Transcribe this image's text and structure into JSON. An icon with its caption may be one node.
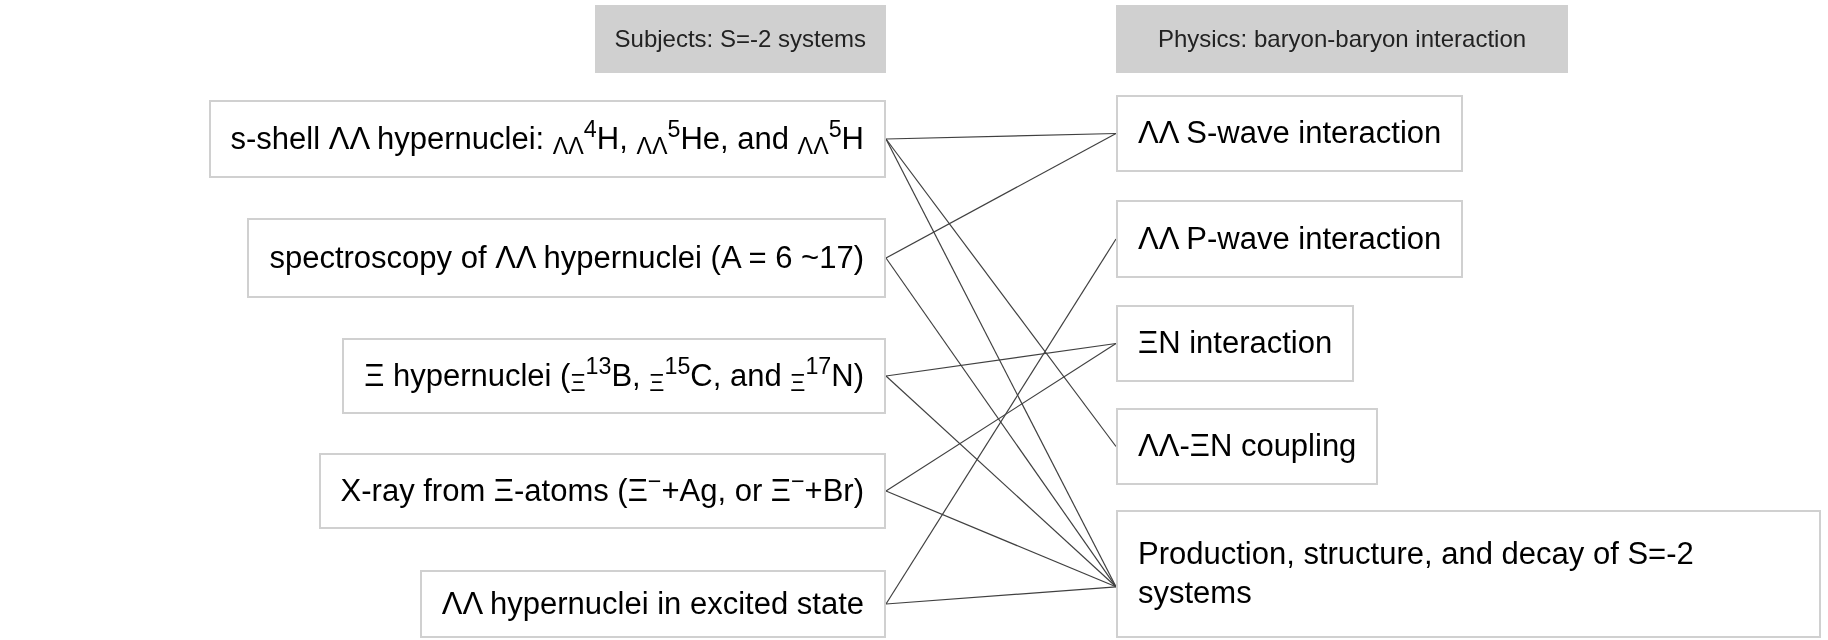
{
  "diagram": {
    "nodes": [
      {
        "text": [
          "Subjects: S=-2 systems"
        ]
      },
      {
        "text": [
          "Physics: baryon-baryon interaction"
        ]
      },
      {
        "text": [
          "s-shell ΛΛ hypernuclei: $_{ΛΛ}$$^{4}$H, $_{ΛΛ}$$^{5}$He, and $_{ΛΛ}$$^{5}$H"
        ]
      },
      {
        "text": [
          "spectroscopy of ΛΛ hypernuclei (A = 6 ~17)"
        ]
      },
      {
        "text": [
          "Ξ hypernuclei ($_{Ξ}$$^{13}$B, $_{Ξ}$$^{15}$C, and $_{Ξ}$$^{17}$N)"
        ]
      },
      {
        "text": [
          "X-ray from Ξ-atoms (Ξ$^{−}$+Ag, or Ξ$^{−}$+Br)"
        ]
      },
      {
        "text": [
          "ΛΛ hypernuclei in excited state"
        ]
      },
      {
        "text": [
          "ΛΛ S-wave interaction"
        ]
      },
      {
        "text": [
          "ΛΛ P-wave interaction"
        ]
      },
      {
        "text": [
          "ΞN interaction"
        ]
      },
      {
        "text": [
          "ΛΛ-ΞN coupling"
        ]
      },
      {
        "text": [
          "Production, structure, and decay of S=-2 systems"
        ]
      }
    ],
    "edges": [
      {
        "from": 2,
        "to": 7,
        "arrow": "none"
      },
      {
        "from": 2,
        "to": 10,
        "arrow": "none"
      },
      {
        "from": 2,
        "to": 11,
        "arrow": "none"
      },
      {
        "from": 3,
        "to": 7,
        "arrow": "none"
      },
      {
        "from": 3,
        "to": 11,
        "arrow": "none"
      },
      {
        "from": 4,
        "to": 9,
        "arrow": "none"
      },
      {
        "from": 4,
        "to": 11,
        "arrow": "none"
      },
      {
        "from": 5,
        "to": 9,
        "arrow": "none"
      },
      {
        "from": 5,
        "to": 11,
        "arrow": "none"
      },
      {
        "from": 6,
        "to": 8,
        "arrow": "none"
      },
      {
        "from": 6,
        "to": 11,
        "arrow": "none"
      }
    ]
  }
}
